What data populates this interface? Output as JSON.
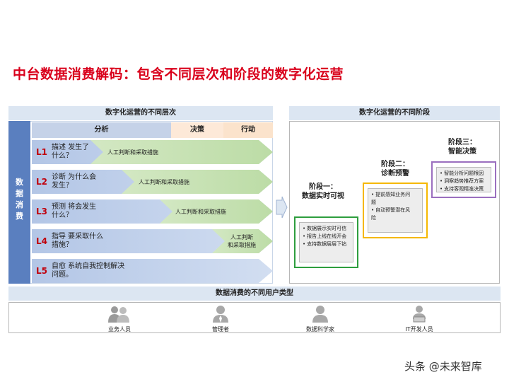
{
  "title": "中台数据消费解码：包含不同层次和阶段的数字化运营",
  "left_panel": {
    "header": "数字化运营的不同层次",
    "consumer_label": "数据消费",
    "columns": [
      "分析",
      "决策",
      "行动"
    ],
    "levels": [
      {
        "id": "L1",
        "desc_line1": "描述  发生了",
        "desc_line2": "什么？",
        "arrow_line1": "人工判断和采取措施",
        "arrow_line2": ""
      },
      {
        "id": "L2",
        "desc_line1": "诊断  为什么会",
        "desc_line2": "发生？",
        "arrow_line1": "人工判断和采取措施",
        "arrow_line2": ""
      },
      {
        "id": "L3",
        "desc_line1": "预测  将会发生",
        "desc_line2": "什么？",
        "arrow_line1": "人工判断和采取措施",
        "arrow_line2": ""
      },
      {
        "id": "L4",
        "desc_line1": "指导  要采取什么",
        "desc_line2": "措施？",
        "arrow_line1": "人工判断",
        "arrow_line2": "和采取措施"
      },
      {
        "id": "L5",
        "desc_line1": "自愈  系统自我控制解决",
        "desc_line2": "问题。",
        "arrow_line1": "",
        "arrow_line2": ""
      }
    ]
  },
  "right_panel": {
    "header": "数字化运营的不同阶段",
    "stages": [
      {
        "title_line1": "阶段一：",
        "title_line2": "数据实时可视",
        "color": "#2e9e3e",
        "items": [
          "数据展示实时可信",
          "报告上线在线开会",
          "支持数据层层下钻"
        ]
      },
      {
        "title_line1": "阶段二：",
        "title_line2": "诊断预警",
        "color": "#f5b800",
        "items": [
          "提前感知业务问题",
          "自动预警潜在风险"
        ]
      },
      {
        "title_line1": "阶段三：",
        "title_line2": "智能决策",
        "color": "#9b6fbf",
        "items": [
          "智能分析问题根因",
          "洞察趋势推荐方案",
          "支持客观精准决策"
        ]
      }
    ]
  },
  "users": {
    "header": "数据消费的不同用户类型",
    "types": [
      "业务人员",
      "管理者",
      "数据科学家",
      "IT开发人员"
    ]
  },
  "watermark": "头条 @未来智库",
  "colors": {
    "title": "#d9001b",
    "level_label": "#c0000c",
    "consumer_bar": "#5a7fbf",
    "arrow_green": "#c7e0b4",
    "band_blue": "#b9cbe8"
  }
}
